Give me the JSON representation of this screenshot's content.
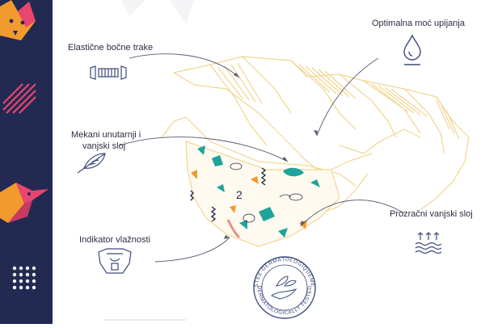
{
  "colors": {
    "sidebar": "#232a52",
    "accent_orange": "#f29a2e",
    "accent_pink": "#e8456f",
    "diaper_outline": "#f2d590",
    "teal": "#1fa39a",
    "text": "#2b2d42",
    "icon_blue": "#3c4a7a",
    "arrow": "#555a6e"
  },
  "features": {
    "elastic_sides": {
      "label": "Elastične bočne trake",
      "icon": "elastic-band-icon"
    },
    "absorption": {
      "label": "Optimalna moć upijanja",
      "icon": "droplet-icon"
    },
    "soft_layers": {
      "label_line1": "Mekani unutarnji i",
      "label_line2": "vanjski sloj",
      "icon": "feather-icon"
    },
    "wetness_indicator": {
      "label": "Indikator vlažnosti",
      "icon": "diaper-icon"
    },
    "breathable_layer": {
      "label": "Prozračni vanjski sloj",
      "icon": "breathable-layer-icon"
    }
  },
  "badge": {
    "top_text": "TESTÉE DERMATOLOGIQUEMENT",
    "bottom_text": "DERMATOLOGICALLY TESTED",
    "icon": "hand-leaf-icon"
  },
  "sidebar_icons": [
    "fox-icon",
    "bird-icon",
    "dot-grid-icon"
  ],
  "diaper_size_mark": "2"
}
